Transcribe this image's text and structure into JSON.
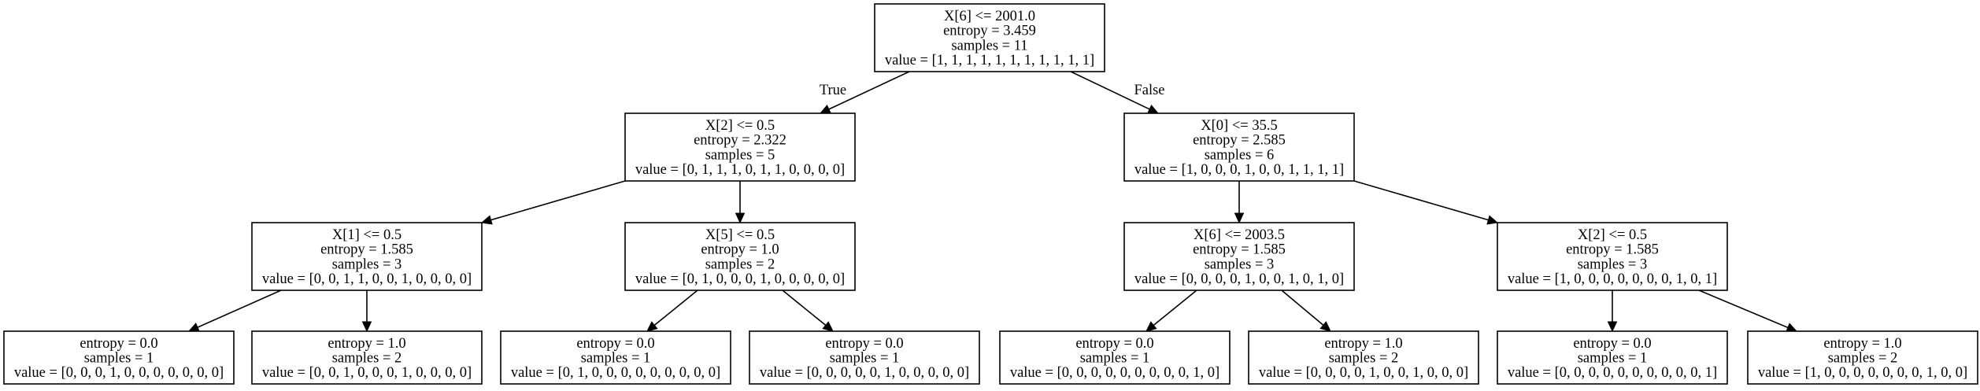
{
  "tree": {
    "nodes": [
      {
        "id": "n0",
        "lines": [
          "X[6] <= 2001.0",
          "entropy = 3.459",
          "samples = 11",
          "value = [1, 1, 1, 1, 1, 1, 1, 1, 1, 1, 1]"
        ]
      },
      {
        "id": "n1",
        "lines": [
          "X[2] <= 0.5",
          "entropy = 2.322",
          "samples = 5",
          "value = [0, 1, 1, 1, 0, 1, 1, 0, 0, 0, 0]"
        ]
      },
      {
        "id": "n2",
        "lines": [
          "X[0] <= 35.5",
          "entropy = 2.585",
          "samples = 6",
          "value = [1, 0, 0, 0, 1, 0, 0, 1, 1, 1, 1]"
        ]
      },
      {
        "id": "n3",
        "lines": [
          "X[1] <= 0.5",
          "entropy = 1.585",
          "samples = 3",
          "value = [0, 0, 1, 1, 0, 0, 1, 0, 0, 0, 0]"
        ]
      },
      {
        "id": "n4",
        "lines": [
          "X[5] <= 0.5",
          "entropy = 1.0",
          "samples = 2",
          "value = [0, 1, 0, 0, 0, 1, 0, 0, 0, 0, 0]"
        ]
      },
      {
        "id": "n5",
        "lines": [
          "X[6] <= 2003.5",
          "entropy = 1.585",
          "samples = 3",
          "value = [0, 0, 0, 0, 1, 0, 0, 1, 0, 1, 0]"
        ]
      },
      {
        "id": "n6",
        "lines": [
          "X[2] <= 0.5",
          "entropy = 1.585",
          "samples = 3",
          "value = [1, 0, 0, 0, 0, 0, 0, 0, 1, 0, 1]"
        ]
      },
      {
        "id": "n7",
        "lines": [
          "entropy = 0.0",
          "samples = 1",
          "value = [0, 0, 0, 1, 0, 0, 0, 0, 0, 0, 0]"
        ]
      },
      {
        "id": "n8",
        "lines": [
          "entropy = 1.0",
          "samples = 2",
          "value = [0, 0, 1, 0, 0, 0, 1, 0, 0, 0, 0]"
        ]
      },
      {
        "id": "n9",
        "lines": [
          "entropy = 0.0",
          "samples = 1",
          "value = [0, 1, 0, 0, 0, 0, 0, 0, 0, 0, 0]"
        ]
      },
      {
        "id": "n10",
        "lines": [
          "entropy = 0.0",
          "samples = 1",
          "value = [0, 0, 0, 0, 0, 1, 0, 0, 0, 0, 0]"
        ]
      },
      {
        "id": "n11",
        "lines": [
          "entropy = 0.0",
          "samples = 1",
          "value = [0, 0, 0, 0, 0, 0, 0, 0, 0, 1, 0]"
        ]
      },
      {
        "id": "n12",
        "lines": [
          "entropy = 1.0",
          "samples = 2",
          "value = [0, 0, 0, 0, 1, 0, 0, 1, 0, 0, 0]"
        ]
      },
      {
        "id": "n13",
        "lines": [
          "entropy = 0.0",
          "samples = 1",
          "value = [0, 0, 0, 0, 0, 0, 0, 0, 0, 0, 1]"
        ]
      },
      {
        "id": "n14",
        "lines": [
          "entropy = 1.0",
          "samples = 2",
          "value = [1, 0, 0, 0, 0, 0, 0, 0, 1, 0, 0]"
        ]
      }
    ],
    "edges": [
      {
        "from": "n0",
        "to": "n1",
        "label": "True"
      },
      {
        "from": "n0",
        "to": "n2",
        "label": "False"
      },
      {
        "from": "n1",
        "to": "n3",
        "label": ""
      },
      {
        "from": "n1",
        "to": "n4",
        "label": ""
      },
      {
        "from": "n2",
        "to": "n5",
        "label": ""
      },
      {
        "from": "n2",
        "to": "n6",
        "label": ""
      },
      {
        "from": "n3",
        "to": "n7",
        "label": ""
      },
      {
        "from": "n3",
        "to": "n8",
        "label": ""
      },
      {
        "from": "n4",
        "to": "n9",
        "label": ""
      },
      {
        "from": "n4",
        "to": "n10",
        "label": ""
      },
      {
        "from": "n5",
        "to": "n11",
        "label": ""
      },
      {
        "from": "n5",
        "to": "n12",
        "label": ""
      },
      {
        "from": "n6",
        "to": "n13",
        "label": ""
      },
      {
        "from": "n6",
        "to": "n14",
        "label": ""
      }
    ]
  }
}
